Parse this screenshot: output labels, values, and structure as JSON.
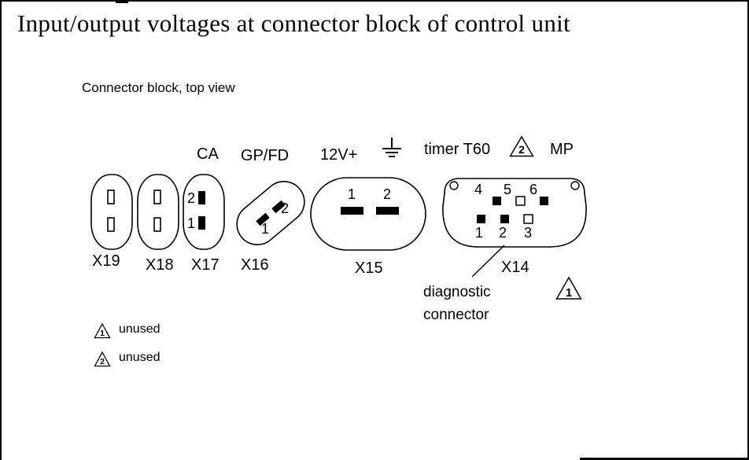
{
  "title": "Input/output voltages at connector block of control unit",
  "subtitle": "Connector block, top view",
  "labels": {
    "ca": "CA",
    "gp_fd": "GP/FD",
    "v12": "12V+",
    "timer": "timer T60",
    "mp": "MP",
    "diagnostic_line1": "diagnostic",
    "diagnostic_line2": "connector"
  },
  "connectors": {
    "x19": {
      "label": "X19"
    },
    "x18": {
      "label": "X18"
    },
    "x17": {
      "label": "X17",
      "pin_top": "2",
      "pin_bottom": "1"
    },
    "x16": {
      "label": "X16",
      "pin_upper": "2",
      "pin_lower": "1"
    },
    "x15": {
      "label": "X15",
      "pin_left": "1",
      "pin_right": "2"
    },
    "x14": {
      "label": "X14",
      "top_pins": [
        "4",
        "5",
        "6"
      ],
      "bottom_pins": [
        "1",
        "2",
        "3"
      ]
    }
  },
  "triangles": {
    "near_timer": "2",
    "below_x14": "1"
  },
  "legend": {
    "item1": {
      "symbol": "1",
      "text": "unused"
    },
    "item2": {
      "symbol": "2",
      "text": "unused"
    }
  }
}
